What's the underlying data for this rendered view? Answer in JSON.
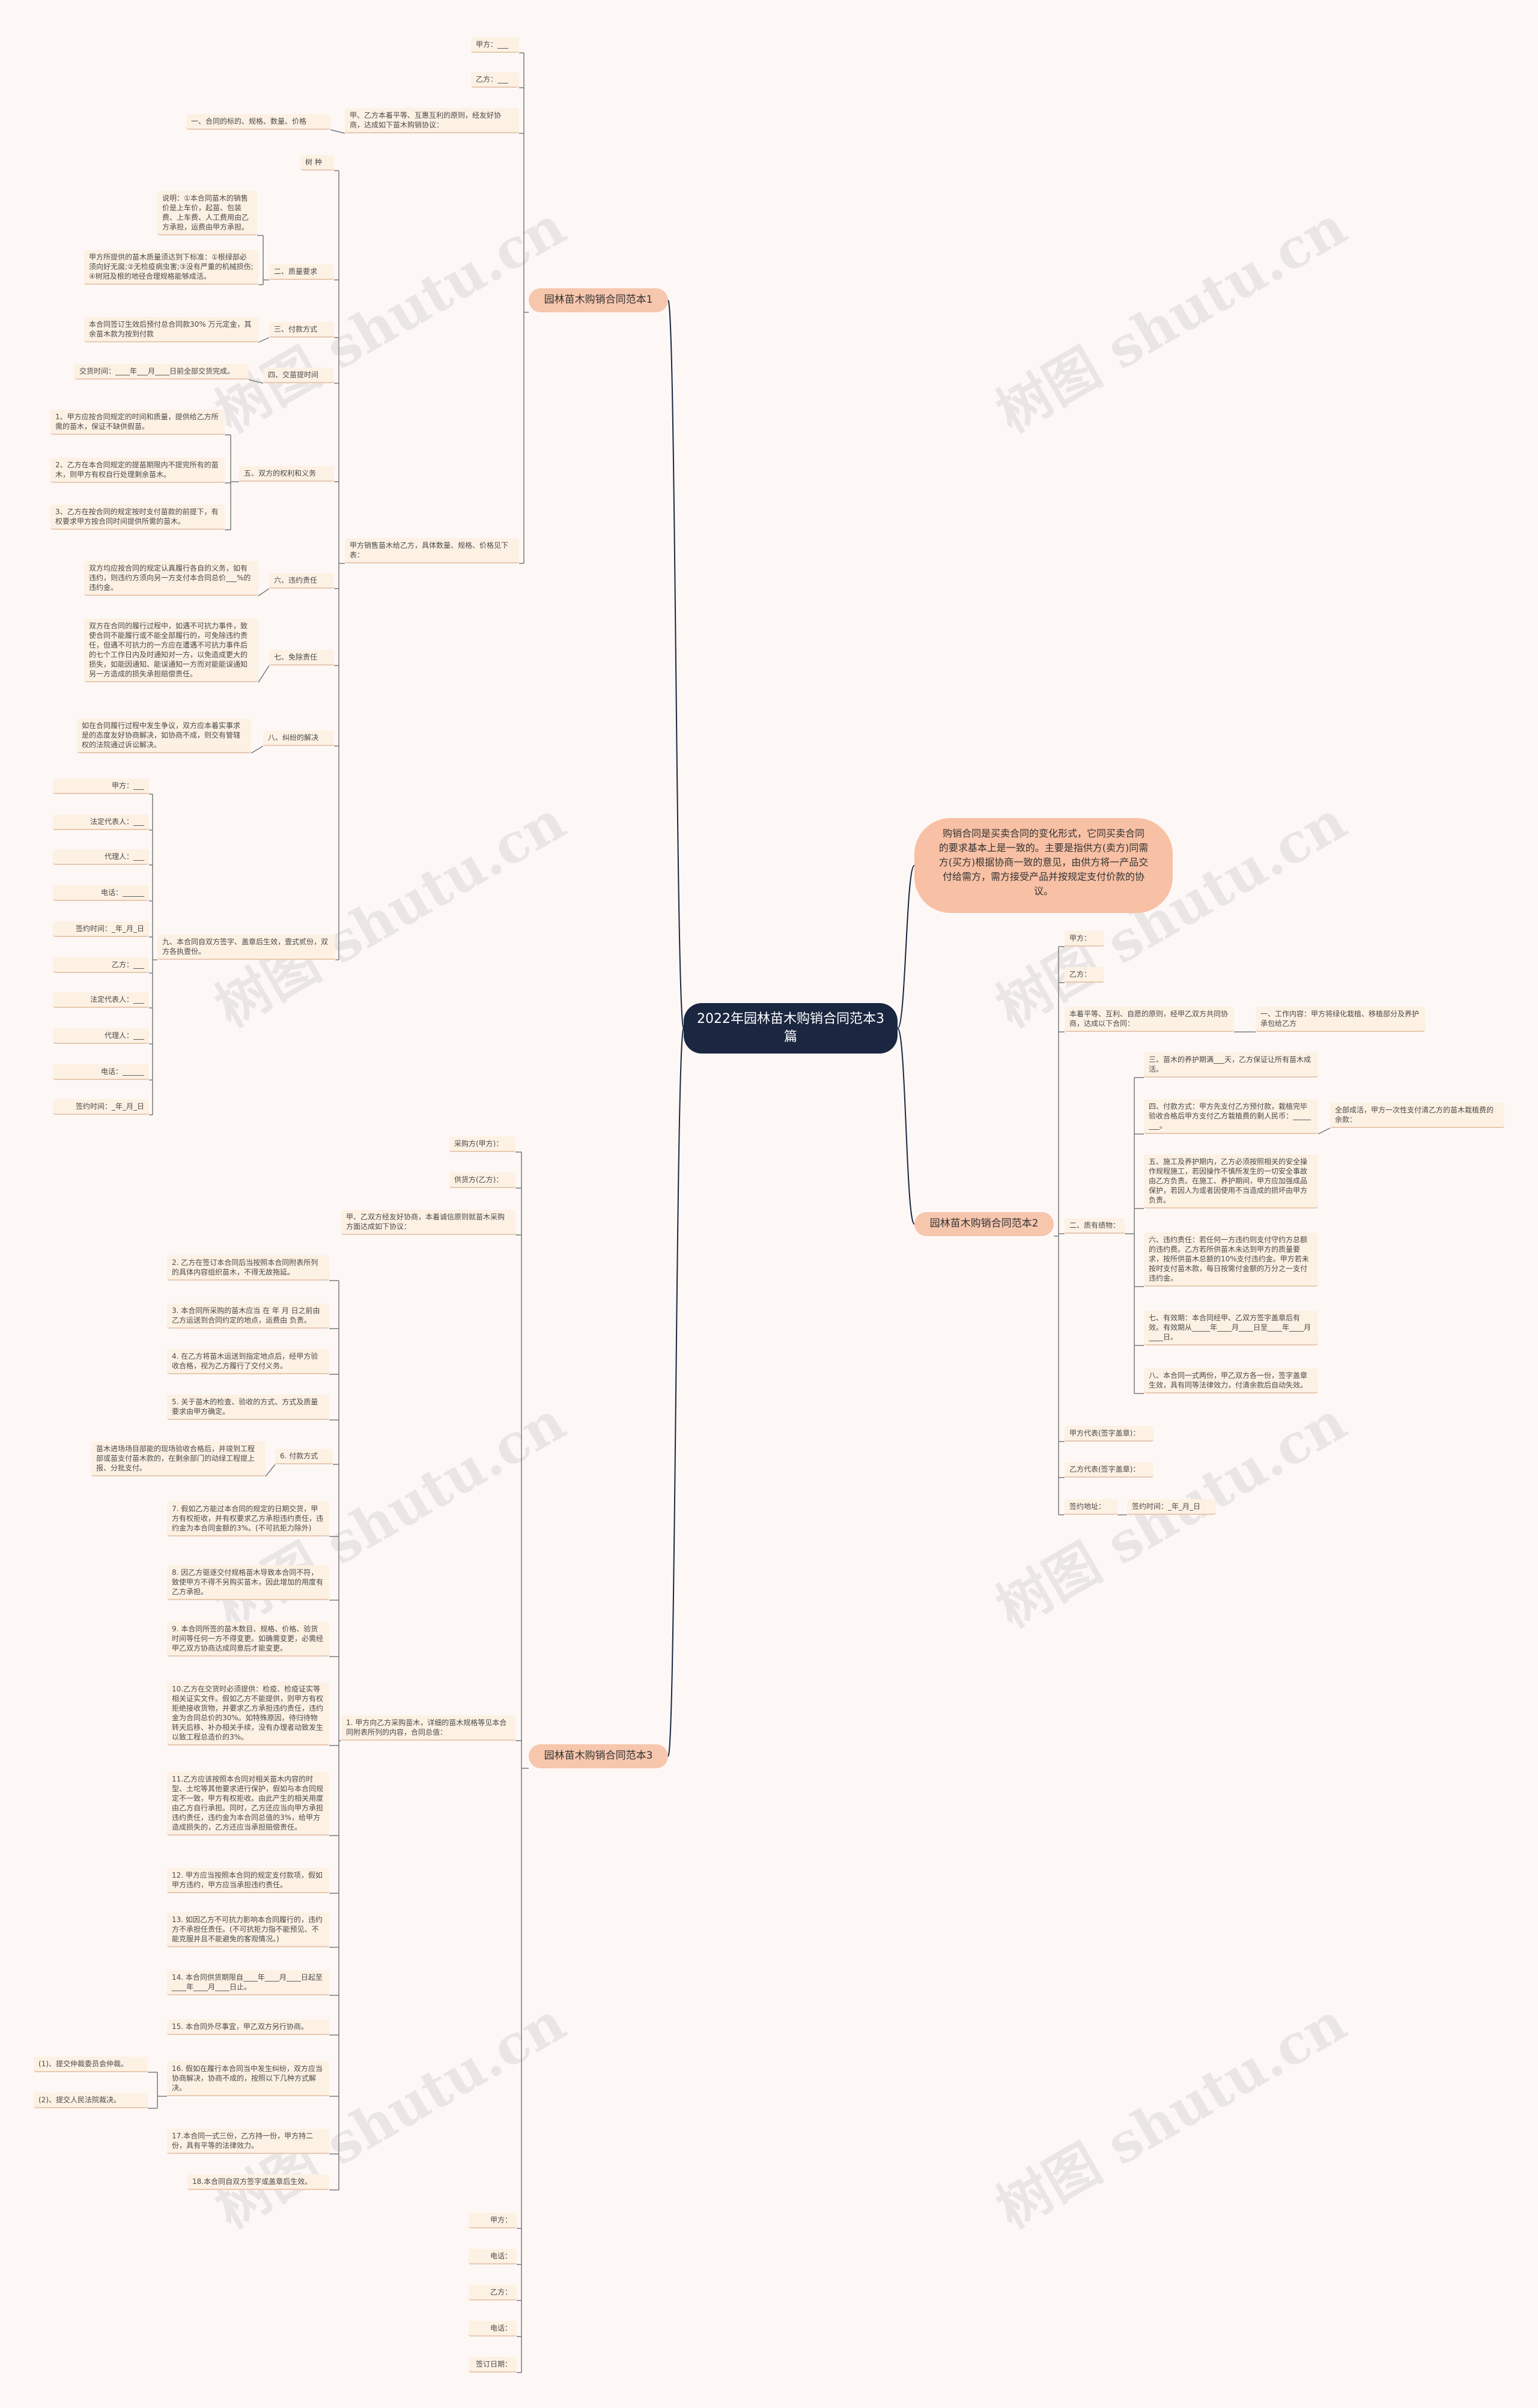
{
  "root": "2022年园林苗木购销合同范本3篇",
  "intro": "购销合同是买卖合同的变化形式，它同买卖合同的要求基本上是一致的。主要是指供方(卖方)同需方(买方)根据协商一致的意见，由供方将一产品交付给需方，需方接受产品并按规定支付价款的协议。",
  "watermark": "树图 shutu.cn",
  "b1": {
    "title": "园林苗木购销合同范本1",
    "jia": "甲方：___",
    "yi": "乙方：___",
    "pre": "甲、乙方本着平等、互惠互利的原则，经友好协商，达成如下苗木购销协议：",
    "pre_item1": "一、合同的标的、规格、数量、价格",
    "mid": "甲方销售苗木给乙方，具体数量、规格、价格见下表：",
    "pinzhong": "树 种",
    "s2": "二、质量要求",
    "s2a": "说明：①本合同苗木的销售价是上车价，起苗、包装费、上车费、人工费用由乙方承担，运费由甲方承担。",
    "s2b": "甲方所提供的苗木质量须达到下标准：①根绿部必须向好无腐;②无检疫病虫害;③没有严重的机械损伤;④树冠及根的地径合理规格能够成活。",
    "s3": "三、付款方式",
    "s3a": "本合同签订生效后预付总合同款30% 万元定金，其余苗木款为按到付款",
    "s4": "四、交苗提时间",
    "s4a": "交货时间：____年___月____日前全部交货完成。",
    "s5": "五、双方的权利和义务",
    "s5a": "1、甲方应按合同规定的时间和质量，提供给乙方所需的苗木，保证不缺供假苗。",
    "s5b": "2、乙方在本合同规定的提苗期限内不提完所有的苗木，则甲方有权自行处理剩余苗木。",
    "s5c": "3、乙方在按合同的规定按时支付苗款的前提下，有权要求甲方按合同时间提供所需的苗木。",
    "s6": "六、违约责任",
    "s6a": "双方均应按合同的规定认真履行各自的义务，如有违约，则违约方须向另一方支付本合同总价___%的违约金。",
    "s7": "七、免除责任",
    "s7a": "双方在合同的履行过程中，如遇不可抗力事件，致使合同不能履行或不能全部履行的，可免除违约责任，但遇不可抗力的一方应在遭遇不可抗力事件后的七个工作日内及时通知对一方，以免造成更大的损失，如能因通知、能误通知一方而对能能误通知另一方造成的损失承担赔偿责任。",
    "s8": "八、纠纷的解决",
    "s8a": "如在合同履行过程中发生争议，双方应本着实事求是的态度友好协商解决，如协商不成，则交有管辖权的法院通过诉讼解决。",
    "s9": "九、本合同自双方签字、盖章后生效，壹式贰份，双方各执壹份。",
    "sig": [
      "甲方：___",
      "法定代表人：___",
      "代理人：___",
      "电话：______",
      "签约时间：_年_月_日",
      "乙方：___",
      "法定代表人：___",
      "代理人：___",
      "电话：______",
      "签约时间：_年_月_日"
    ]
  },
  "b2": {
    "title": "园林苗木购销合同范本2",
    "jia": "甲方：",
    "yi": "乙方：",
    "pre": "本着平等、互利、自愿的原则，经甲乙双方共同协商，达成以下合同：",
    "item1": "一、工作内容：甲方将绿化栽植、移植部分及养护承包给乙方",
    "item2": "二、质有绩物：",
    "s3": "三、苗木的养护期满___天，乙方保证让所有苗木成活。",
    "s4": "四、付款方式：甲方先支付乙方预付款，栽植完毕验收合格后甲方支付乙方栽植费的剩人民币：________。",
    "s4a": "全部成活，甲方一次性支付清乙方的苗木栽植费的余款：",
    "s5": "五、施工及养护期内，乙方必须按照相关的安全操作规程施工，若因操作不慎所发生的一切安全事故由乙方负责。在施工、养护期间，甲方应加强成品保护，若因人为或者因使用不当造成的损坏由甲方负责。",
    "s6": "六、违约责任：若任何一方违约则支付守约方总额的违约费。乙方若所供苗木未达到甲方的质量要求，按所供苗木总额的10%支付违约金。甲方若未按时支付苗木款，每日按需付金额的万分之一支付违约金。",
    "s7": "七、有效期：本合同经甲、乙双方签字盖章后有效。有效期从_____年____月____日至____年____月____日。",
    "s8": "八、本合同一式两份，甲乙双方各一份，签字盖章生效，具有同等法律效力，付清余款后自动失效。",
    "sig1": "甲方代表(签字盖章)：",
    "sig2": "乙方代表(签字盖章)：",
    "sig3": "签约地址：",
    "sig3a": "签约时间：_年_月_日"
  },
  "b3": {
    "title": "园林苗木购销合同范本3",
    "buyer": "采购方(甲方)：",
    "seller": "供货方(乙方)：",
    "pre": "甲、乙双方经友好协商，本着诚信原则就苗木采购方面达成如下协议：",
    "item1": "1. 甲方向乙方采购苗木，详细的苗木规格等见本合同附表所列的内容，合同总值：",
    "items": [
      "2. 乙方在签订本合同后当按照本合同附表所列的具体内容组织苗木，不得无故拖延。",
      "3. 本合同所采购的苗木应当 在 年 月 日之前由乙方运送到合同约定的地点，运费由 负责。",
      "4. 在乙方将苗木运送到指定地点后，经甲方验收合格，视为乙方履行了交付义务。",
      "5. 关于苗木的检查、验收的方式、方式及质量要求由甲方确定。",
      "6. 付款方式",
      "7. 假如乙方能过本合同的规定的日期交货，甲方有权拒收，并有权要求乙方承担违约责任，违约金为本合同金额的3%。(不可抗拒力除外)",
      "8. 因乙方驱逐交付规格苗木导致本合同不符，致使甲方不得不另购买苗木，因此增加的用度有乙方承担。",
      "9. 本合同所签的苗木数目、规格、价格、验货时间等任何一方不得变更。如确需变更，必需经甲乙双方协商达成同意后才能变更。",
      "10.乙方在交货时必须提供：检疫、检疫证实等相关证实文件。假如乙方不能提供，则甲方有权拒绝接收货物，并要求乙方承担违约责任，违约金为合同总价的30%。如特殊原因，待归待物转天后移、补办相关手续，没有办理者动致发生以致工程总造价的3%。",
      "11.乙方应该按照本合同对相关苗木内容的时型、土坨等其他要求进行保护，假如与本合同规定不一致，甲方有权拒收。由此产生的相关用度由乙方自行承担。同时，乙方还应当向甲方承担违约责任，违约金为本合同总值的3%，给甲方造成损失的，乙方还应当承担赔偿责任。",
      "12. 甲方应当按照本合同的规定支付款项，假如甲方违约，甲方应当承担违约责任。",
      "13. 如因乙方不可抗力影响本合同履行的，违约方不承担任责任。(不可抗拒力指不能预见、不能克服并且不能避免的客观情况。)",
      "14. 本合同供货期限自____年____月____日起至____年____月____日止。",
      "15. 本合同外尽事宜，甲乙双方另行协商。",
      "16. 假如在履行本合同当中发生纠纷，双方应当协商解决，协商不成的，按照以下几种方式解决。",
      "17.本合同一式三份，乙方持一份，甲方持二份，具有平等的法律效力。",
      "18.本合同自双方签字或盖章后生效。"
    ],
    "item6a": "苗木进场场目部能的现场验收合格后，并竣到工程部或苗支付苗木款的，在剩余部门的动绿工程提上报、分批支付。",
    "item16a": "(1)、提交仲裁委员会仲裁。",
    "item16b": "(2)、提交人民法院裁决。",
    "sig": [
      "甲方：",
      "电话：",
      "乙方：",
      "电话：",
      "签订日期："
    ]
  }
}
